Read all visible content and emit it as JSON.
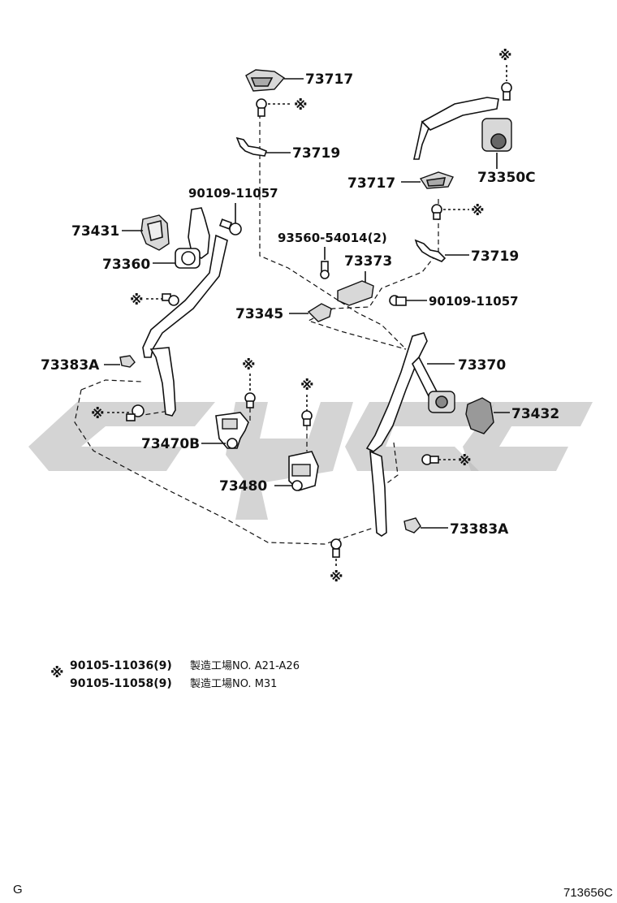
{
  "diagram": {
    "watermark": "cysc",
    "part_labels": {
      "p73717_top": "73717",
      "p73719_top": "73719",
      "p90109_left": "90109-11057",
      "p73431": "73431",
      "p73360": "73360",
      "p73383a_left": "73383A",
      "p73470b": "73470B",
      "p73480": "73480",
      "p73717_right": "73717",
      "p73350c": "73350C",
      "p93560": "93560-54014(2)",
      "p73373": "73373",
      "p73719_right": "73719",
      "p73345": "73345",
      "p90109_right": "90109-11057",
      "p73370": "73370",
      "p73432": "73432",
      "p73383a_right": "73383A"
    },
    "marker_symbol": "※",
    "notes": {
      "line1_part": "90105-11036(9)",
      "line1_text": "製造工場NO. A21-A26",
      "line2_part": "90105-11058(9)",
      "line2_text": "製造工場NO. M31"
    },
    "corner_left": "G",
    "corner_right": "713656C"
  }
}
